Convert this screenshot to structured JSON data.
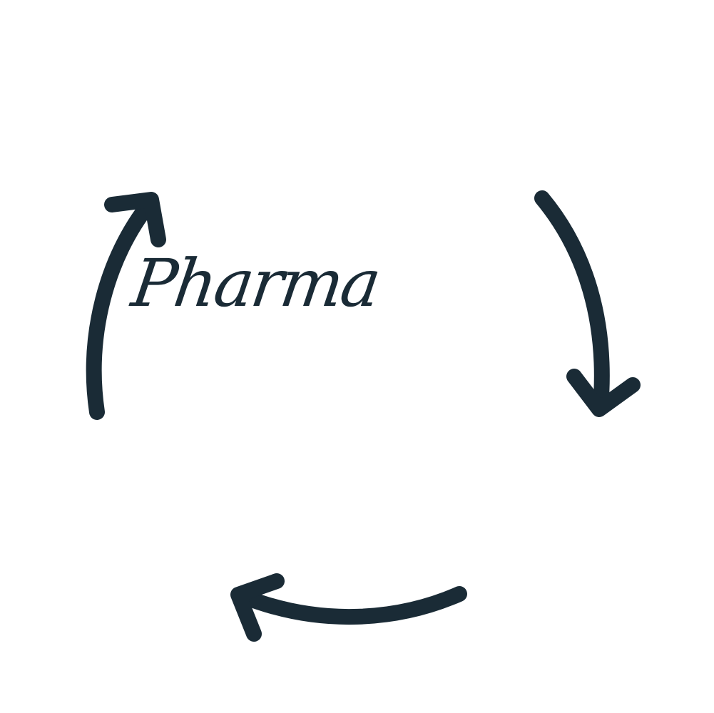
{
  "diagram": {
    "label": "Pharma",
    "colors": {
      "ink": "#1a2b36",
      "background": "#ffffff"
    },
    "arrows": [
      {
        "id": "left",
        "direction": "up",
        "icon": "curved-arrow-up-icon"
      },
      {
        "id": "right",
        "direction": "down",
        "icon": "curved-arrow-down-icon"
      },
      {
        "id": "bottom",
        "direction": "left",
        "icon": "curved-arrow-left-icon"
      }
    ]
  }
}
